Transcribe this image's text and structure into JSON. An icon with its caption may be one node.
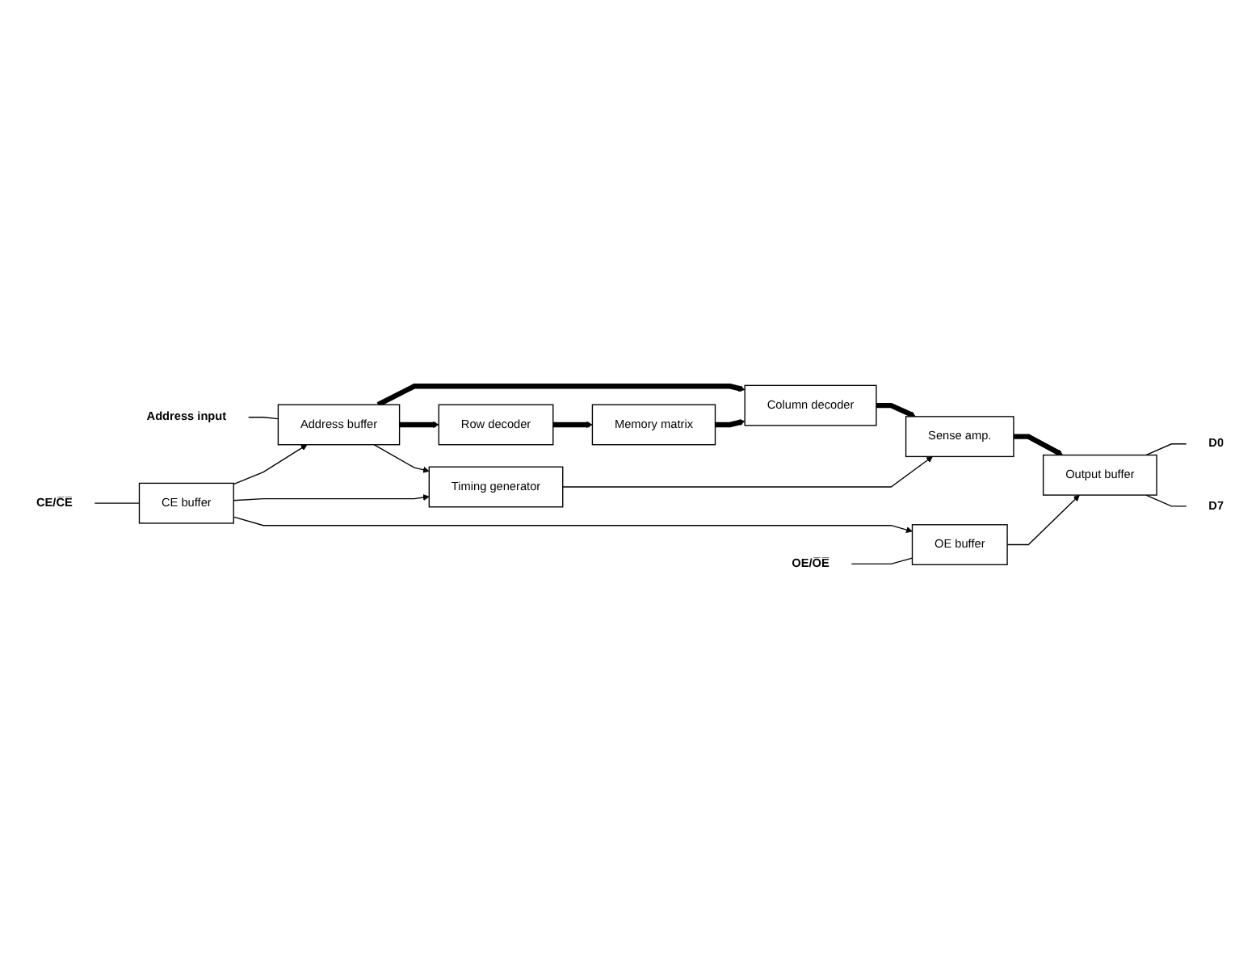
{
  "diagram": {
    "nodes": [
      {
        "text": [
          "Address input"
        ]
      },
      {
        "text": [
          "Address buffer"
        ]
      },
      {
        "text": [
          "Row decoder"
        ]
      },
      {
        "text": [
          "Memory matrix"
        ]
      },
      {
        "text": [
          "Column decoder"
        ]
      },
      {
        "text": [
          "CE/C̅E̅"
        ]
      },
      {
        "text": [
          "CE buffer"
        ]
      },
      {
        "text": [
          "Timing generator"
        ]
      },
      {
        "text": [
          "Sense amp."
        ]
      },
      {
        "text": [
          "OE/O̅E̅"
        ]
      },
      {
        "text": [
          "OE buffer"
        ]
      },
      {
        "text": [
          "Output buffer"
        ]
      },
      {
        "text": [
          "D0"
        ]
      },
      {
        "text": [
          "D7"
        ]
      }
    ],
    "edges": [
      {
        "from": 0,
        "to": 1,
        "arrow": "none"
      },
      {
        "from": 1,
        "to": 2,
        "arrow": "to",
        "style": "thick"
      },
      {
        "from": 2,
        "to": 3,
        "arrow": "to",
        "style": "thick"
      },
      {
        "from": 1,
        "to": 4,
        "arrow": "to",
        "style": "thick"
      },
      {
        "from": 3,
        "to": 4,
        "arrow": "to",
        "style": "thick"
      },
      {
        "from": 1,
        "to": 7,
        "arrow": "to"
      },
      {
        "from": 5,
        "to": 6,
        "arrow": "none"
      },
      {
        "from": 6,
        "to": 1,
        "arrow": "to"
      },
      {
        "from": 6,
        "to": 7,
        "arrow": "to"
      },
      {
        "from": 6,
        "to": 10,
        "arrow": "to"
      },
      {
        "from": 4,
        "to": 8,
        "arrow": "to",
        "style": "thick"
      },
      {
        "from": 7,
        "to": 8,
        "arrow": "to"
      },
      {
        "from": 9,
        "to": 10,
        "arrow": "none"
      },
      {
        "from": 8,
        "to": 11,
        "arrow": "to",
        "style": "thick"
      },
      {
        "from": 10,
        "to": 11,
        "arrow": "to"
      },
      {
        "from": 11,
        "to": 12,
        "arrow": "none"
      },
      {
        "from": 11,
        "to": 13,
        "arrow": "none"
      }
    ]
  }
}
